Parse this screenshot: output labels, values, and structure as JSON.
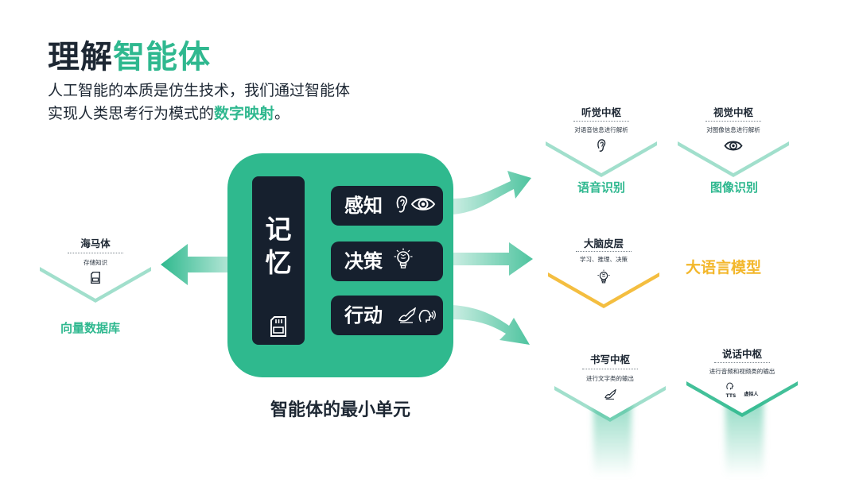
{
  "title": {
    "prefix": "理解",
    "accent": "智能体"
  },
  "subtitle": {
    "line1": "人工智能的本质是仿生技术，我们通过智能体",
    "line2_prefix": "实现人类思考行为模式的",
    "line2_accent": "数字映射",
    "line2_suffix": "。"
  },
  "agent": {
    "memory_chars": [
      "记",
      "忆"
    ],
    "memory_icon": "sd-card-icon",
    "modules": [
      {
        "label": "感知",
        "icons": [
          "ear-icon",
          "eye-icon"
        ]
      },
      {
        "label": "决策",
        "icons": [
          "brain-bulb-icon"
        ]
      },
      {
        "label": "行动",
        "icons": [
          "writing-hand-icon",
          "speaking-head-icon"
        ]
      }
    ],
    "caption": "智能体的最小单元"
  },
  "cards": {
    "hippocampus": {
      "title": "海马体",
      "desc": "存储知识",
      "icon": "sd-card-icon",
      "label": "向量数据库"
    },
    "hearing": {
      "title": "听觉中枢",
      "desc": "对语音信息进行解析",
      "icon": "ear-icon",
      "label": "语音识别"
    },
    "vision": {
      "title": "视觉中枢",
      "desc": "对图像信息进行解析",
      "icon": "eye-icon",
      "label": "图像识别"
    },
    "cortex": {
      "title": "大脑皮层",
      "desc": "学习、推理、决策",
      "icon": "brain-bulb-icon",
      "label": "大语言模型"
    },
    "writing": {
      "title": "书写中枢",
      "desc": "进行文字类的输出",
      "icon": "writing-hand-icon"
    },
    "speech": {
      "title": "说话中枢",
      "desc": "进行音频和视频类的输出",
      "icon_labels": [
        "TTS",
        "虚拟人"
      ]
    }
  },
  "colors": {
    "green": "#2fb98e",
    "dark": "#16202e",
    "yellow": "#f3b72b",
    "text": "#1d2733"
  }
}
